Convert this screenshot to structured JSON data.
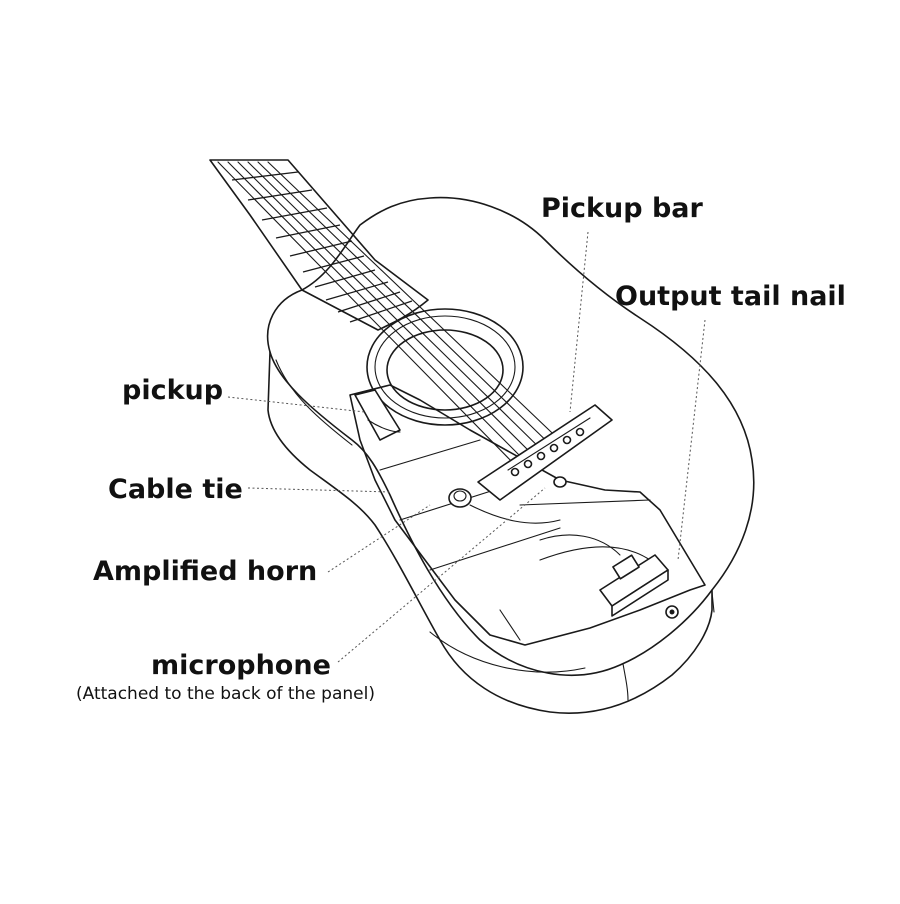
{
  "labels": {
    "pickup_bar": "Pickup bar",
    "output_tail_nail": "Output tail nail",
    "pickup": "pickup",
    "cable_tie": "Cable tie",
    "amplified_horn": "Amplified horn",
    "microphone": "microphone",
    "microphone_note": "(Attached to the back of the panel)"
  },
  "colors": {
    "line": "#1a1a1a",
    "leader": "#555555",
    "background": "#ffffff"
  }
}
